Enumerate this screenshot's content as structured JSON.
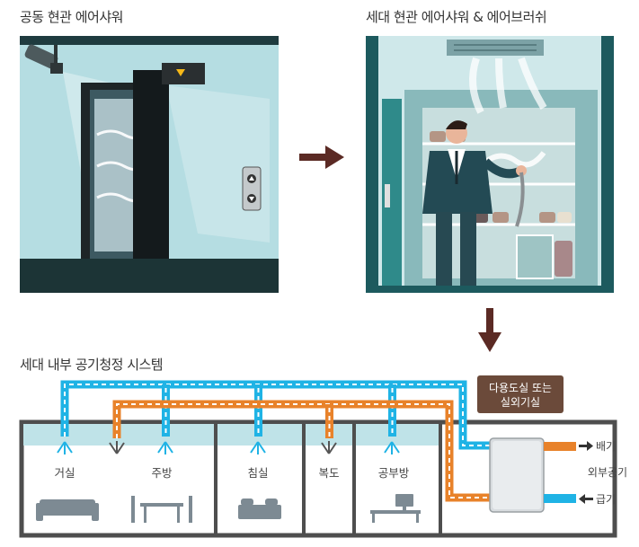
{
  "titles": {
    "common_entrance": "공동 현관 에어샤워",
    "unit_entrance": "세대 현관 에어샤워 & 에어브러쉬",
    "internal_system": "세대 내부 공기청정 시스템"
  },
  "rooms": {
    "living": "거실",
    "kitchen": "주방",
    "bedroom": "침실",
    "hallway": "복도",
    "study": "공부방"
  },
  "utility_box": {
    "line1": "다용도실 또는",
    "line2": "실외기실"
  },
  "outside": {
    "exhaust": "배기",
    "outdoor_air": "외부공기",
    "supply": "급기"
  },
  "colors": {
    "supply_duct": "#1fb3e5",
    "exhaust_duct": "#e8822a",
    "arrow": "#5b2a24",
    "panel_bg": "#b7dde2",
    "utility_box_bg": "#6b4a3a"
  }
}
